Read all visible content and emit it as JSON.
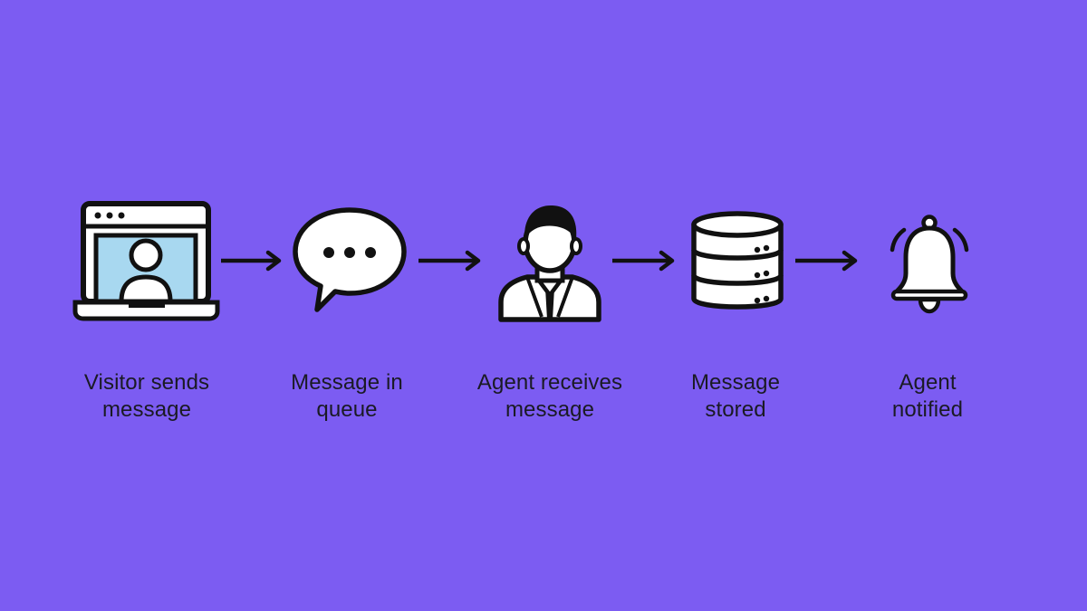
{
  "palette": {
    "background": "#7c5cf2",
    "ink": "#111111",
    "screen_fill": "#a8d8f0",
    "white": "#ffffff",
    "bell_fill": "#ffffff"
  },
  "steps": [
    {
      "icon": "laptop-user-icon",
      "line1": "Visitor sends",
      "line2": "message"
    },
    {
      "icon": "chat-bubble-icon",
      "line1": "Message in",
      "line2": "queue"
    },
    {
      "icon": "agent-icon",
      "line1": "Agent receives",
      "line2": "message"
    },
    {
      "icon": "database-icon",
      "line1": "Message",
      "line2": "stored"
    },
    {
      "icon": "bell-icon",
      "line1": "Agent",
      "line2": "notified"
    }
  ]
}
